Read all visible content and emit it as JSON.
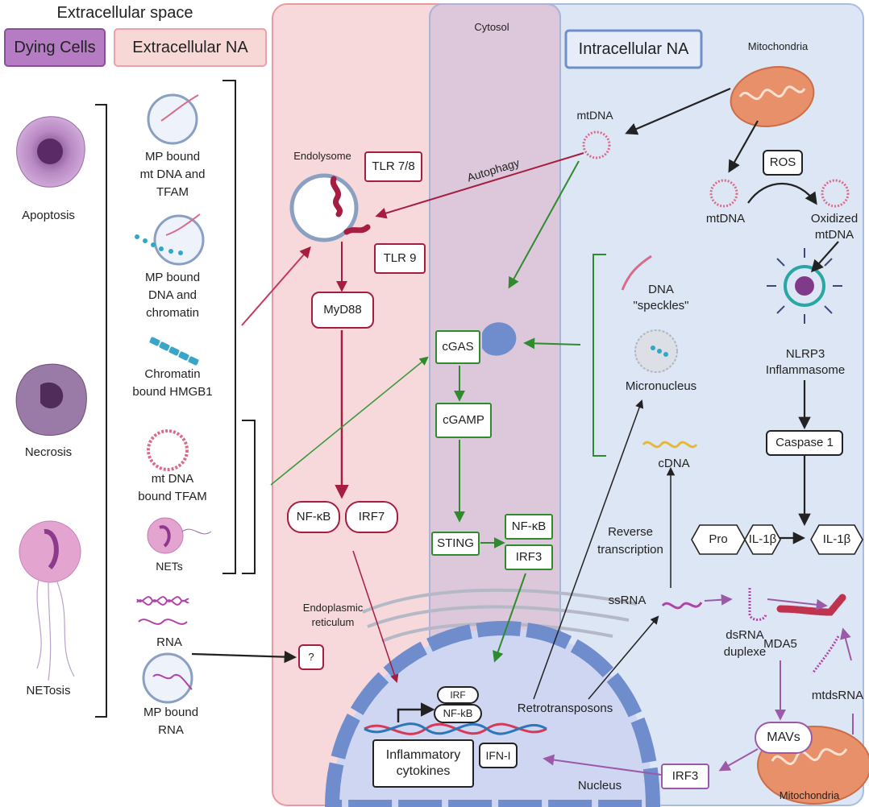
{
  "header": {
    "extracellular_space": "Extracellular space",
    "dying_cells": "Dying Cells",
    "extracellular_na": "Extracellular NA",
    "cytosol": "Cytosol",
    "intracellular_na": "Intracellular NA"
  },
  "death_types": {
    "apoptosis": "Apoptosis",
    "necrosis": "Necrosis",
    "netosis": "NETosis"
  },
  "extracellular_items": {
    "mp_mtdna_tfam": "MP bound\nmt DNA and\nTFAM",
    "mp_dna_chromatin": "MP bound\nDNA and\nchromatin",
    "chromatin_hmgb1": "Chromatin\nbound HMGB1",
    "mtdna_tfam": "mt DNA\nbound TFAM",
    "nets": "NETs",
    "rna": "RNA",
    "mp_rna": "MP bound\nRNA"
  },
  "endolysome_path": {
    "endolysome": "Endolysome",
    "tlr78": "TLR 7/8",
    "tlr9": "TLR 9",
    "myd88": "MyD88",
    "nfkb": "NF-κB",
    "irf7": "IRF7",
    "unknown": "?",
    "er": "Endoplasmic\nreticulum"
  },
  "cgas_path": {
    "autophagy": "Autophagy",
    "cgas": "cGAS",
    "cgamp": "cGAMP",
    "sting": "STING",
    "nfkb": "NF-κB",
    "irf3": "IRF3"
  },
  "intracellular": {
    "mitochondria_top": "Mitochondria",
    "mtdna_left": "mtDNA",
    "ros": "ROS",
    "mtdna_mid": "mtDNA",
    "oxidized": "Oxidized\nmtDNA",
    "dna_speckles": "DNA\n\"speckles\"",
    "micronucleus": "Micronucleus",
    "nlrp3": "NLRP3\nInflammasome",
    "caspase1": "Caspase 1",
    "cdna": "cDNA",
    "pro": "Pro",
    "il1b_pro": "IL-1β",
    "il1b": "IL-1β",
    "reverse_transcription": "Reverse\ntranscription",
    "ssrna": "ssRNA",
    "dsrna": "dsRNA\nduplexe",
    "mda5": "MDA5",
    "mtdsrna": "mtdsRNA",
    "mavs": "MAVs",
    "mitochondria_bottom": "Mitochondria",
    "irf3_bottom": "IRF3",
    "retrotransposons": "Retrotransposons"
  },
  "nucleus": {
    "nucleus": "Nucleus",
    "irf": "IRF",
    "nfkb": "NF-kB",
    "inflammatory_cytokines": "Inflammatory\ncytokines",
    "ifn1": "IFN-I"
  },
  "colors": {
    "extracellular_panel": "#f8d7d7",
    "cytosol_panel": "#d9d3e6",
    "intracellular_panel": "#dde6f4",
    "red_path": "#a51d3f",
    "green_path": "#2e8b2e",
    "purple_path": "#9b5aa8",
    "dying_cells_box": "#b57cc4"
  }
}
